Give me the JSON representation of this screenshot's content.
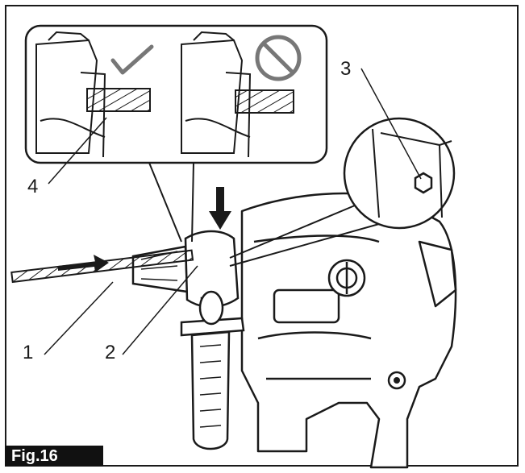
{
  "figure": {
    "label": "Fig.16"
  },
  "callouts": {
    "c1": "1",
    "c2": "2",
    "c3": "3",
    "c4": "4"
  },
  "colors": {
    "ink": "#1a1a1a",
    "paper": "#ffffff",
    "tag_bg": "#111111"
  },
  "icons": {
    "ok": "checkmark-icon",
    "prohibited": "prohibited-icon",
    "feed": "arrow-right-icon",
    "press": "arrow-down-icon"
  }
}
